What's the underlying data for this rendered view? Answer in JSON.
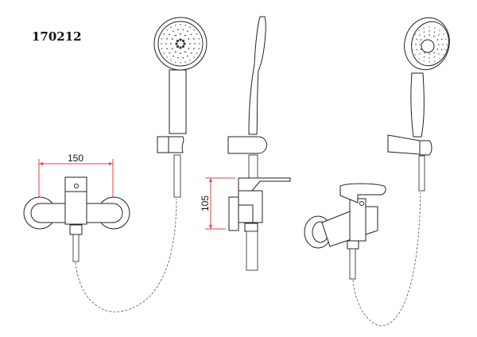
{
  "model_number": "170212",
  "dimensions": {
    "width_label": "150",
    "height_label": "105"
  },
  "colors": {
    "dimension_line": "#e0404a",
    "drawing_line": "#222222"
  }
}
